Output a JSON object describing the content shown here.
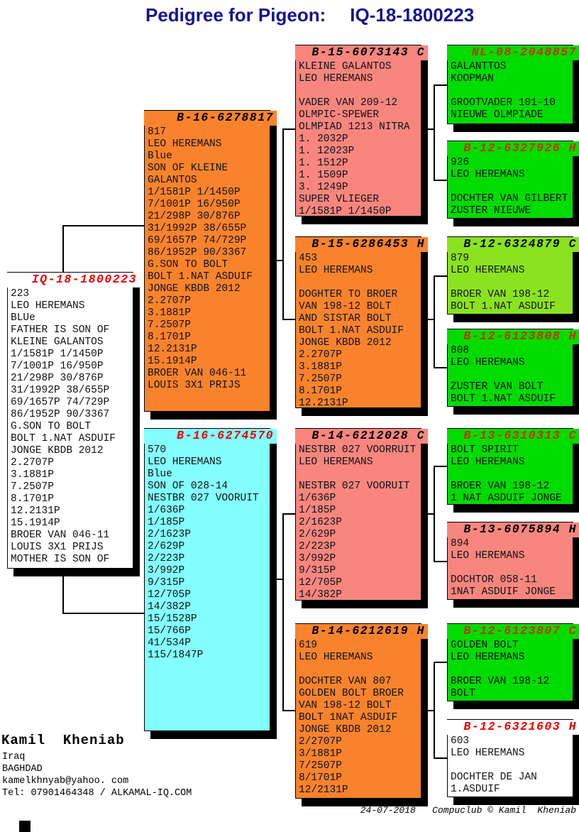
{
  "title": {
    "label": "Pedigree for Pigeon:",
    "ring": "IQ-18-1800223"
  },
  "colors": {
    "title": "#15158C",
    "box_orange": "#F9832C",
    "box_salmon": "#F8867F",
    "box_cyan": "#84FFFF",
    "box_green": "#00DB00",
    "box_chartreuse": "#8AE31E",
    "box_white": "#FFFFFF",
    "header_red": "#E80000",
    "header_red_dark": "#C93100",
    "header_black": "#000000"
  },
  "boxes": [
    {
      "id": "iq-18-1800223",
      "header": "IQ-18-1800223",
      "header_color": "header_red",
      "bg": "box_white",
      "lines": [
        "223",
        "LEO HEREMANS",
        "BLUe",
        "FATHER IS SON OF",
        "KLEINE GALANTOS",
        "1/1581P 1/1450P",
        "7/1001P 16/950P",
        "21/298P 30/876P",
        "31/1992P 38/655P",
        "69/1657P 74/729P",
        "86/1952P 90/3367",
        "G.SON TO BOLT",
        "BOLT 1.NAT ASDUIF",
        "JONGE KBDB 2012",
        "2.2707P",
        "3.1881P",
        "7.2507P",
        "8.1701P",
        "12.2131P",
        "15.1914P",
        "BROER VAN 046-11",
        "LOUIS 3X1 PRIJS",
        "MOTHER IS SON OF"
      ]
    },
    {
      "id": "b-16-6278817",
      "header": "B-16-6278817",
      "header_color": "header_black",
      "bg": "box_orange",
      "lines": [
        "817",
        "LEO HEREMANS",
        "Blue",
        "SON OF KLEINE",
        "GALANTOS",
        "1/1581P 1/1450P",
        "7/1001P 16/950P",
        "21/298P 30/876P",
        "31/1992P 38/655P",
        "69/1657P 74/729P",
        "86/1952P 90/3367",
        "G.SON TO BOLT",
        "BOLT 1.NAT ASDUIF",
        "JONGE KBDB 2012",
        "2.2707P",
        "3.1881P",
        "7.2507P",
        "8.1701P",
        "12.2131P",
        "15.1914P",
        "BROER VAN 046-11",
        "LOUIS 3X1 PRIJS"
      ]
    },
    {
      "id": "b-16-6274570",
      "header": "B-16-6274570",
      "header_color": "header_red",
      "bg": "box_cyan",
      "lines": [
        "570",
        "LEO HEREMANS",
        "Blue",
        "SON OF 028-14",
        "NESTBR 027 VOORUIT",
        "1/636P",
        "1/185P",
        "2/1623P",
        "2/629P",
        "2/223P",
        "3/992P",
        "9/315P",
        "12/705P",
        "14/382P",
        "15/1528P",
        "15/766P",
        "41/534P",
        "115/1847P"
      ]
    },
    {
      "id": "b-15-6073143",
      "header": "B-15-6073143 C",
      "header_color": "header_black",
      "bg": "box_salmon",
      "lines": [
        "KLEINE GALANTOS",
        "LEO HEREMANS",
        "",
        "VADER VAN 209-12",
        "OLMPIC-SPEWER",
        "OLMPIAD 1213 NITRA",
        "1. 2032P",
        "1. 12023P",
        "1. 1512P",
        "1. 1509P",
        "3. 1249P",
        "SUPER VLIEGER",
        "1/1581P 1/1450P"
      ]
    },
    {
      "id": "b-15-6286453",
      "header": "B-15-6286453 H",
      "header_color": "header_black",
      "bg": "box_orange",
      "lines": [
        "453",
        "LEO HEREMANS",
        "",
        "DOGHTER TO BROER",
        "VAN 198-12 BOLT",
        "AND SISTAR BOLT",
        "BOLT 1.NAT ASDUIF",
        "JONGE KBDB 2012",
        "2.2707P",
        "3.1881P",
        "7.2507P",
        "8.1701P",
        "12.2131P"
      ]
    },
    {
      "id": "b-14-6212028",
      "header": "B-14-6212028 C",
      "header_color": "header_black",
      "bg": "box_salmon",
      "lines": [
        "NESTBR 027 VOORRUIT",
        "LEO HEREMANS",
        "",
        "NESTBR 027 VOORUIT",
        "1/636P",
        "1/185P",
        "2/1623P",
        "2/629P",
        "2/223P",
        "3/992P",
        "9/315P",
        "12/705P",
        "14/382P"
      ]
    },
    {
      "id": "b-14-6212619",
      "header": "B-14-6212619 H",
      "header_color": "header_black",
      "bg": "box_orange",
      "lines": [
        "619",
        "LEO HEREMANS",
        "",
        "DOCHTER VAN 807",
        "GOLDEN BOLT BROER",
        "VAN 198-12 BOLT",
        "BOLT 1NAT ASDUIF",
        "JONGE KBDB 2012",
        "2/2707P",
        "3/1881P",
        "7/2507P",
        "8/1701P",
        "12/2131P"
      ]
    },
    {
      "id": "nl-08-2048857",
      "header": "NL-08-2048857",
      "header_color": "header_red_dark",
      "bg": "box_green",
      "lines": [
        "GALANTTOS",
        "KOOPMAN",
        "",
        "GROOTVADER 101-10",
        "NIEUWE OLMPIADE"
      ]
    },
    {
      "id": "b-12-6327926",
      "header": "B-12-6327926 H",
      "header_color": "header_red_dark",
      "bg": "box_green",
      "lines": [
        "926",
        "LEO HEREMANS",
        "",
        "DOCHTER VAN GILBERT",
        "ZUSTER NIEUWE"
      ]
    },
    {
      "id": "b-12-6324879",
      "header": "B-12-6324879 C",
      "header_color": "header_black",
      "bg": "box_chartreuse",
      "lines": [
        "879",
        "LEO HEREMANS",
        "",
        "BROER VAN 198-12",
        "BOLT 1.NAT ASDUIF"
      ]
    },
    {
      "id": "b-12-6123808",
      "header": "B-12-6123808 H",
      "header_color": "header_red_dark",
      "bg": "box_green",
      "lines": [
        "808",
        "LEO HEREMANS",
        "",
        "ZUSTER VAN BOLT",
        "BOLT 1.NAT ASDUIF"
      ]
    },
    {
      "id": "b-13-6310313",
      "header": "B-13-6310313 C",
      "header_color": "header_red_dark",
      "bg": "box_green",
      "lines": [
        "BOLT SPIRIT",
        "LEO HEREMANS",
        "",
        "BROER VAN 198-12",
        "1 NAT ASDUIF JONGE"
      ]
    },
    {
      "id": "b-13-6075894",
      "header": "B-13-6075894 H",
      "header_color": "header_black",
      "bg": "box_salmon",
      "lines": [
        "894",
        "LEO HEREMANS",
        "",
        "DOCHTOR 058-11",
        "1NAT ASDUIF JONGE"
      ]
    },
    {
      "id": "b-12-6123807",
      "header": "B-12-6123807 C",
      "header_color": "header_red_dark",
      "bg": "box_green",
      "lines": [
        "GOLDEN BOLT",
        "LEO HEREMANS",
        "",
        "BROER VAN 198-12",
        "BOLT"
      ]
    },
    {
      "id": "b-12-6321603",
      "header": "B-12-6321603 H",
      "header_color": "header_red",
      "bg": "box_white",
      "lines": [
        "603",
        "LEO HEREMANS",
        "",
        "DOCHTER DE JAN",
        "1.ASDUIF"
      ]
    }
  ],
  "footer": {
    "name": "Kamil  Kheniab",
    "address_lines": [
      "Iraq",
      "BAGHDAD",
      "kamelkhnyab@yahoo. com",
      "Tel: 07901464348 / ALKAMAL-IQ.COM"
    ],
    "credit": "24-07-2018   Compuclub © Kamil  Kheniab"
  }
}
